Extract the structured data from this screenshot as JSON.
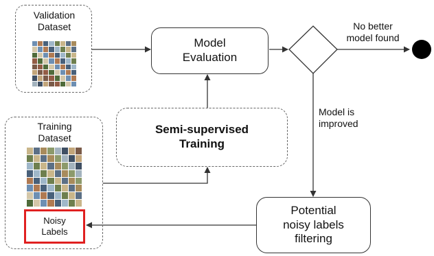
{
  "validation": {
    "title_line1": "Validation",
    "title_line2": "Dataset"
  },
  "training": {
    "title_line1": "Training",
    "title_line2": "Dataset"
  },
  "noisy": {
    "line1": "Noisy",
    "line2": "Labels",
    "border_color": "#e02020"
  },
  "model_eval": {
    "line1": "Model",
    "line2": "Evaluation"
  },
  "semi": {
    "line1": "Semi-supervised",
    "line2": "Training"
  },
  "potential": {
    "line1": "Potential",
    "line2": "noisy labels",
    "line3": "filtering"
  },
  "decision": {
    "no_better_line1": "No better",
    "no_better_line2": "model found",
    "improved_line1": "Model is",
    "improved_line2": "improved"
  },
  "thumbnail_colors": [
    "#6d8fb3",
    "#a88b5c",
    "#4f6b3a",
    "#c9b68a",
    "#7a5a48",
    "#9fb7c9",
    "#3f4f63",
    "#b07a52",
    "#8c9a6b",
    "#d4c7a9",
    "#5b6f85",
    "#935c45",
    "#6e7f4e",
    "#c2a57a",
    "#48607a",
    "#a3b3be"
  ]
}
